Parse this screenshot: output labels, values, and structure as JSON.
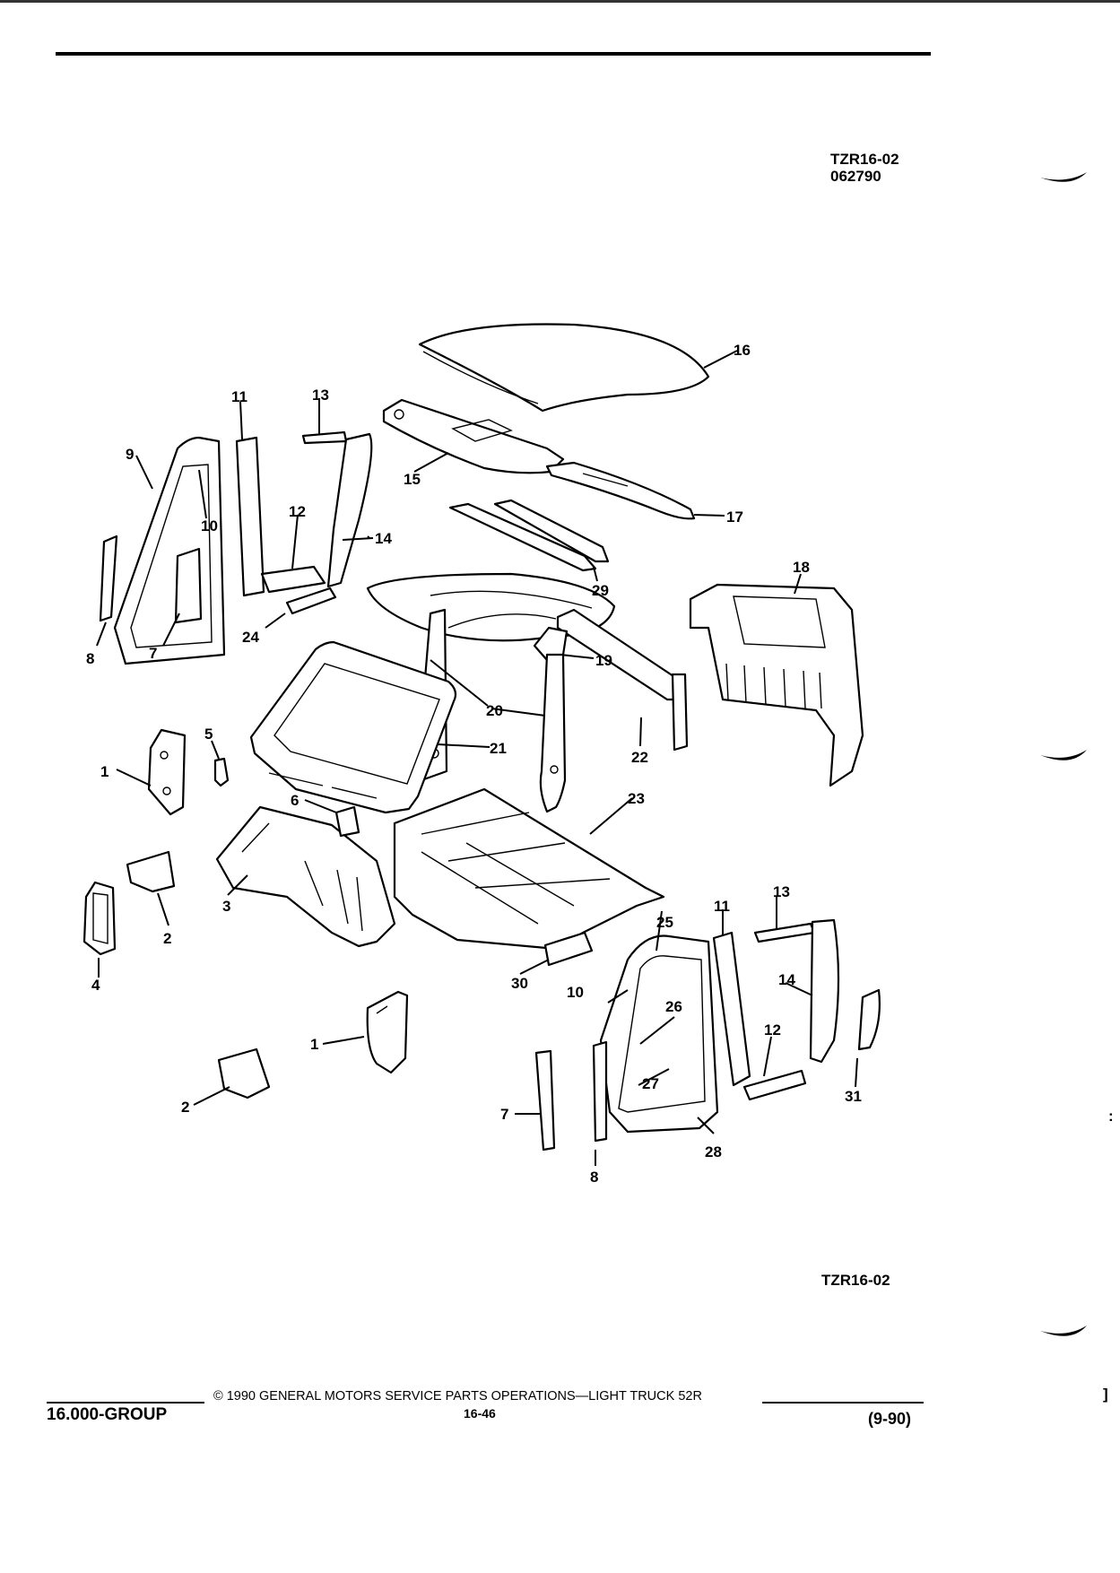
{
  "header": {
    "code_line1": "TZR16-02",
    "code_line2": "062790"
  },
  "figure_code": "TZR16-02",
  "callouts": [
    "1",
    "1",
    "2",
    "2",
    "3",
    "4",
    "5",
    "6",
    "7",
    "7",
    "8",
    "8",
    "9",
    "10",
    "10",
    "11",
    "11",
    "12",
    "12",
    "13",
    "13",
    "14",
    "14",
    "15",
    "16",
    "17",
    "18",
    "19",
    "20",
    "21",
    "22",
    "23",
    "24",
    "25",
    "26",
    "27",
    "28",
    "29",
    "30",
    "31"
  ],
  "footer": {
    "group": "16.000-GROUP",
    "copyright": "© 1990 GENERAL MOTORS SERVICE PARTS OPERATIONS—LIGHT TRUCK 52R",
    "page": "16-46",
    "date": "(9-90)"
  },
  "colors": {
    "ink": "#000000",
    "paper": "#ffffff"
  }
}
